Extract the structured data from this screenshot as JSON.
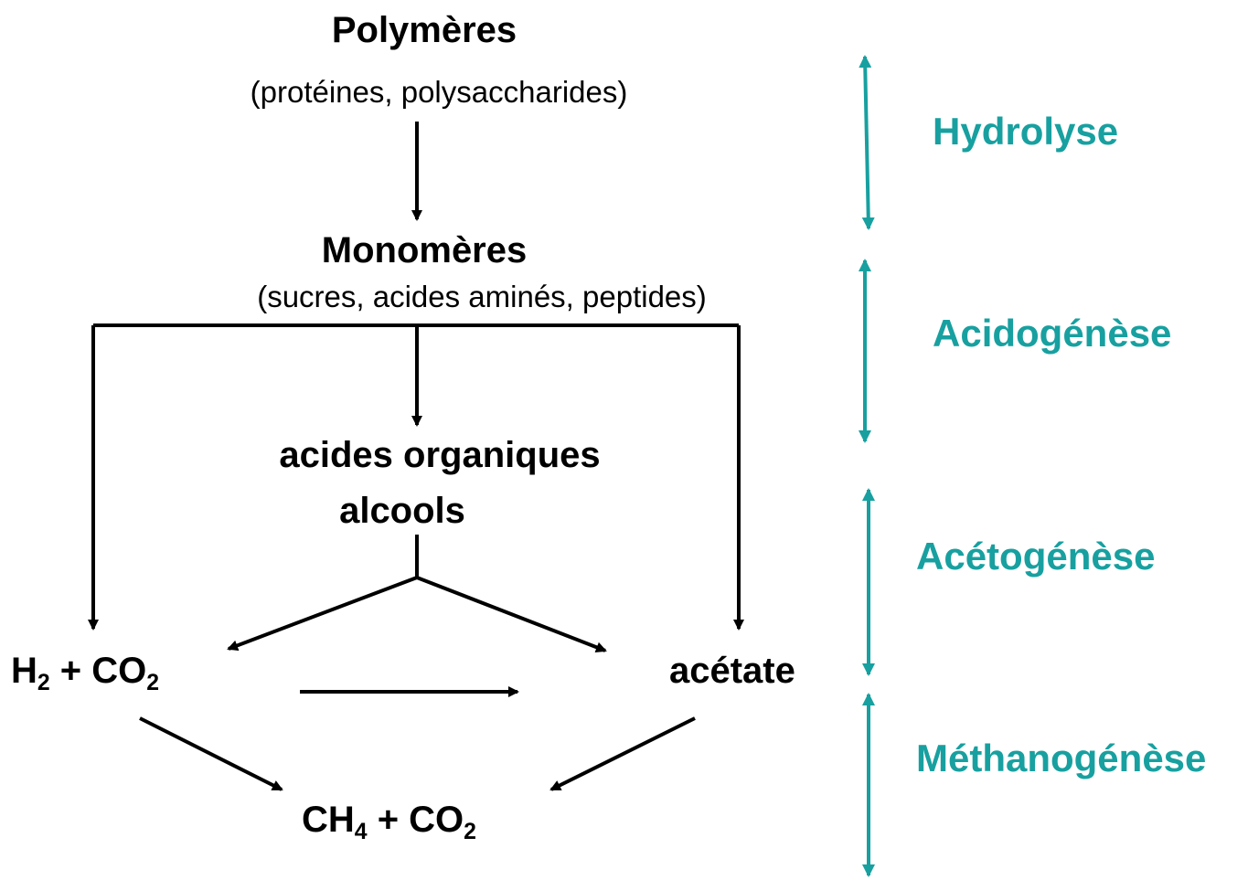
{
  "nodes": {
    "polymers": {
      "title": "Polymères",
      "subtitle": "(protéines, polysaccharides)"
    },
    "monomers": {
      "title": "Monomères",
      "subtitle": "(sucres, acides aminés, peptides)"
    },
    "organic": {
      "line1": "acides organiques",
      "line2": "alcools"
    },
    "h2co2": {
      "a": "H",
      "a_sub": "2",
      "plus": " + CO",
      "b_sub": "2"
    },
    "acetate": {
      "label": "acétate"
    },
    "ch4co2": {
      "a": "CH",
      "a_sub": "4",
      "plus": " + CO",
      "b_sub": "2"
    }
  },
  "phases": [
    {
      "label": "Hydrolyse"
    },
    {
      "label": "Acidogénèse"
    },
    {
      "label": "Acétogénèse"
    },
    {
      "label": "Méthanogénèse"
    }
  ],
  "colors": {
    "flow": "#000000",
    "phase": "#18a0a0"
  }
}
